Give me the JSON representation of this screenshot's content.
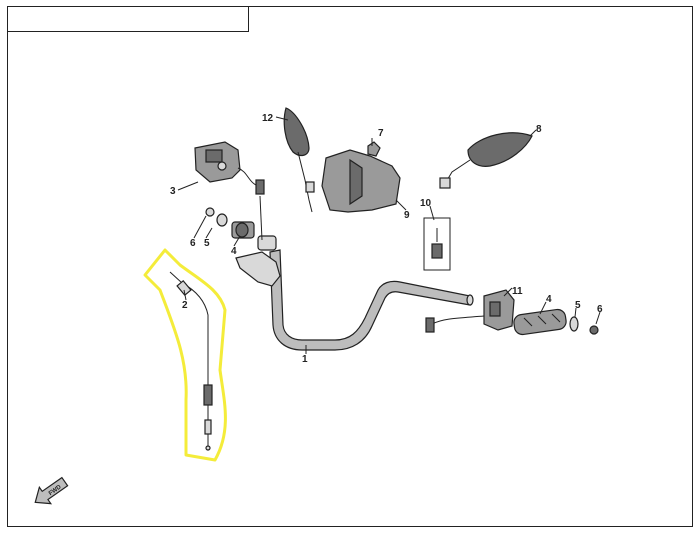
{
  "title_box": {
    "text": ""
  },
  "highlight_color": "#f4ec3a",
  "callouts": {
    "c1": "1",
    "c2": "2",
    "c3": "3",
    "c4a": "4",
    "c4b": "4",
    "c5a": "5",
    "c5b": "5",
    "c6a": "6",
    "c6b": "6",
    "c7": "7",
    "c8": "8",
    "c9": "9",
    "c10": "10",
    "c11": "11",
    "c12": "12"
  },
  "direction_badge": {
    "text": "FWD",
    "icon": "forward-arrow-icon"
  }
}
